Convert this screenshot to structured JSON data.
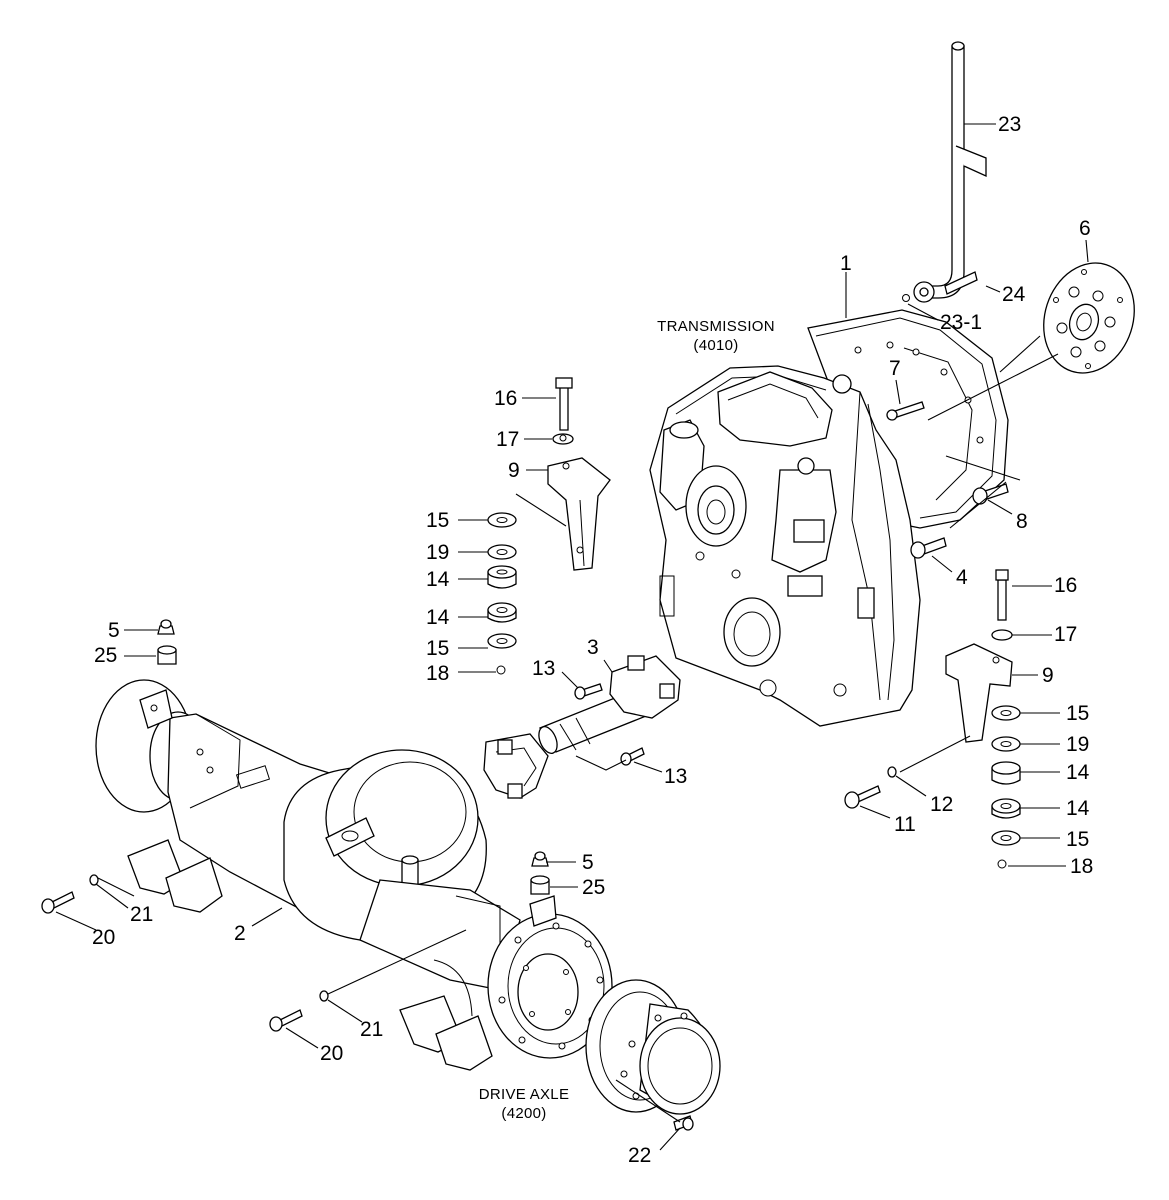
{
  "captions": {
    "transmission_name": "TRANSMISSION",
    "transmission_code": "(4010)",
    "axle_name": "DRIVE AXLE",
    "axle_code": "(4200)"
  },
  "callouts": {
    "c1": "1",
    "c2": "2",
    "c3": "3",
    "c4": "4",
    "c5a": "5",
    "c5b": "5",
    "c6": "6",
    "c7": "7",
    "c8": "8",
    "c9a": "9",
    "c9b": "9",
    "c11": "11",
    "c12": "12",
    "c13a": "13",
    "c13b": "13",
    "c14a": "14",
    "c14b": "14",
    "c14c": "14",
    "c14d": "14",
    "c15a": "15",
    "c15b": "15",
    "c15c": "15",
    "c15d": "15",
    "c16a": "16",
    "c16b": "16",
    "c17a": "17",
    "c17b": "17",
    "c18a": "18",
    "c18b": "18",
    "c19a": "19",
    "c19b": "19",
    "c20a": "20",
    "c20b": "20",
    "c21a": "21",
    "c21b": "21",
    "c22": "22",
    "c23": "23",
    "c23_1": "23-1",
    "c24": "24",
    "c25a": "25",
    "c25b": "25"
  }
}
